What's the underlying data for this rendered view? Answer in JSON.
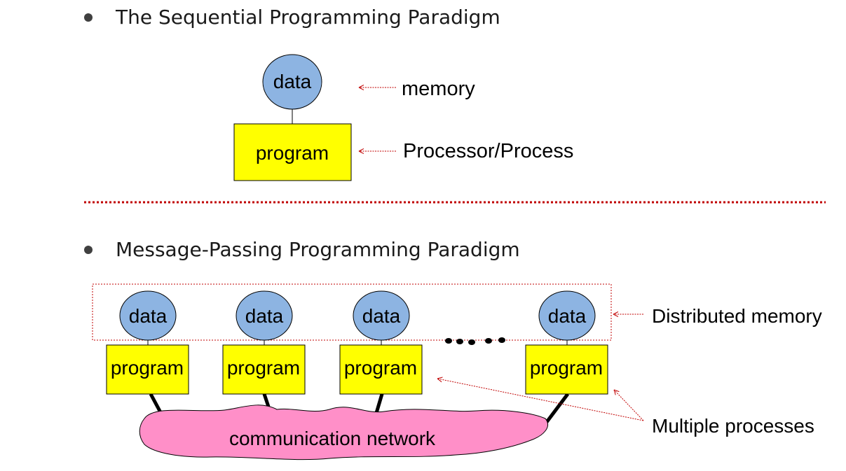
{
  "sequential": {
    "heading": "The Sequential Programming Paradigm",
    "data_label": "data",
    "program_label": "program",
    "memory_label": "memory",
    "processor_label": "Processor/Process"
  },
  "message_passing": {
    "heading": "Message-Passing Programming Paradigm",
    "nodes": [
      {
        "data_label": "data",
        "program_label": "program"
      },
      {
        "data_label": "data",
        "program_label": "program"
      },
      {
        "data_label": "data",
        "program_label": "program"
      },
      {
        "data_label": "data",
        "program_label": "program"
      }
    ],
    "network_label": "communication network",
    "distributed_memory_label": "Distributed memory",
    "multiple_processes_label": "Multiple processes"
  },
  "colors": {
    "data_fill": "#8DB4E2",
    "program_fill": "#FFFF00",
    "network_fill": "#FF8FC8",
    "divider": "#C00000",
    "arrow": "#C00000"
  }
}
